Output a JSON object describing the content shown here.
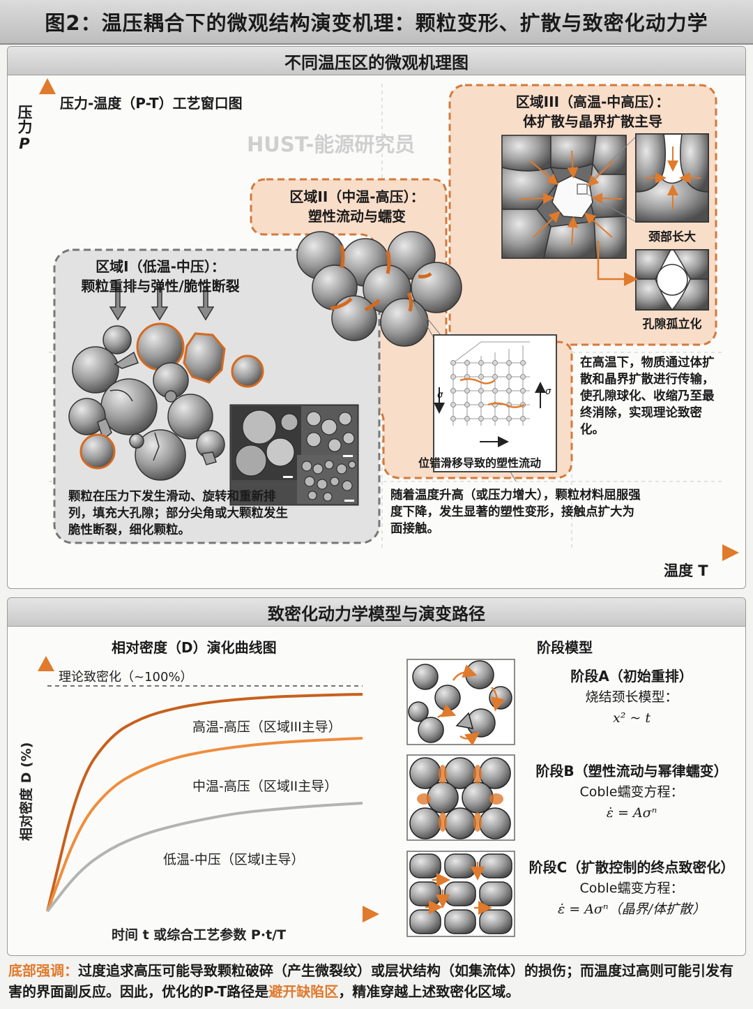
{
  "figure_title": "图2：温压耦合下的微观结构演变机理：颗粒变形、扩散与致密化动力学",
  "top_panel": {
    "header": "不同温压区的微观机理图",
    "chart_title": "压力-温度（P-T）工艺窗口图",
    "y_axis_label": "压力",
    "y_axis_symbol": "P",
    "x_axis_label": "温度 T",
    "watermark": "HUST-能源研究员",
    "zone1": {
      "title_line1": "区域I（低温-中压）：",
      "title_line2": "颗粒重排与弹性/脆性断裂",
      "description": "颗粒在压力下发生滑动、旋转和重新排列，填充大孔隙；部分尖角或大颗粒发生脆性断裂，细化颗粒。"
    },
    "zone2": {
      "title_line1": "区域II（中温-高压）：",
      "title_line2": "塑性流动与蠕变",
      "inset_caption": "位错滑移导致的塑性流动",
      "stress_left": "σ",
      "stress_right": "σ",
      "description": "随着温度升高（或压力增大），颗粒材料屈服强度下降，发生显著的塑性变形，接触点扩大为面接触。"
    },
    "zone3": {
      "title_line1": "区域III（高温-中高压）：",
      "title_line2": "体扩散与晶界扩散主导",
      "neck_caption": "颈部长大",
      "pore_caption": "孔隙孤立化",
      "description": "在高温下，物质通过体扩散和晶界扩散进行传输，使孔隙球化、收缩乃至最终消除，实现理论致密化。"
    }
  },
  "bottom_panel": {
    "header": "致密化动力学模型与演变路径",
    "curve_title": "相对密度（D）演化曲线图",
    "y_axis_label": "相对密度 D (%)",
    "x_axis_label": "时间 t 或综合工艺参数 P·t/T",
    "asymptote_label": "理论致密化（~100%）",
    "stage_title": "阶段模型",
    "stage_a": {
      "title": "阶段A（初始重排）",
      "model": "烧结颈长模型：",
      "formula": "x² ~ t"
    },
    "stage_b": {
      "title": "阶段B（塑性流动与幂律蠕变）",
      "model": "Coble蠕变方程：",
      "formula": "ε̇ = Aσⁿ"
    },
    "stage_c": {
      "title": "阶段C（扩散控制的终点致密化）",
      "model": "Coble蠕变方程：",
      "formula": "ε̇ = Aσⁿ（晶界/体扩散）"
    }
  },
  "chart_data": {
    "type": "line",
    "xlabel": "时间 t 或综合工艺参数 P·t/T",
    "ylabel": "相对密度 D (%)",
    "asymptote": {
      "label": "理论致密化（~100%）",
      "value": 100
    },
    "series": [
      {
        "name": "高温-高压（区域III主导）",
        "color": "#c8601c",
        "x": [
          0,
          0.1,
          0.2,
          0.3,
          0.4,
          0.5,
          0.6,
          0.7,
          0.8,
          0.9,
          1.0
        ],
        "y": [
          0,
          58,
          78,
          86,
          90,
          92.5,
          94,
          95,
          95.6,
          96,
          96.3
        ]
      },
      {
        "name": "中温-高压（区域II主导）",
        "color": "#ef8d3c",
        "x": [
          0,
          0.1,
          0.2,
          0.3,
          0.4,
          0.5,
          0.6,
          0.7,
          0.8,
          0.9,
          1.0
        ],
        "y": [
          0,
          38,
          55,
          63,
          68,
          71,
          73,
          74.5,
          75.5,
          76.2,
          76.8
        ]
      },
      {
        "name": "低温-中压（区域I主导）",
        "color": "#b3b3b3",
        "x": [
          0,
          0.1,
          0.2,
          0.3,
          0.4,
          0.5,
          0.6,
          0.7,
          0.8,
          0.9,
          1.0
        ],
        "y": [
          0,
          18,
          28,
          34,
          38,
          41,
          43.5,
          45,
          46.2,
          47.2,
          48
        ]
      }
    ]
  },
  "footer": {
    "label": "底部强调：",
    "text_part1": "过度追求高压可能导致颗粒破碎（产生微裂纹）或层状结构（如集流体）的损伤；而温度过高则可能引发有害的界面副反应。因此，优化的P-T路径是",
    "highlight": "避开缺陷区",
    "text_part2": "，精准穿越上述致密化区域。"
  },
  "colors": {
    "accent": "#e07a2c",
    "accent_dark": "#c8601c",
    "zone_fill": "#f8ddc9",
    "zone1_fill": "#e2e2e2"
  }
}
